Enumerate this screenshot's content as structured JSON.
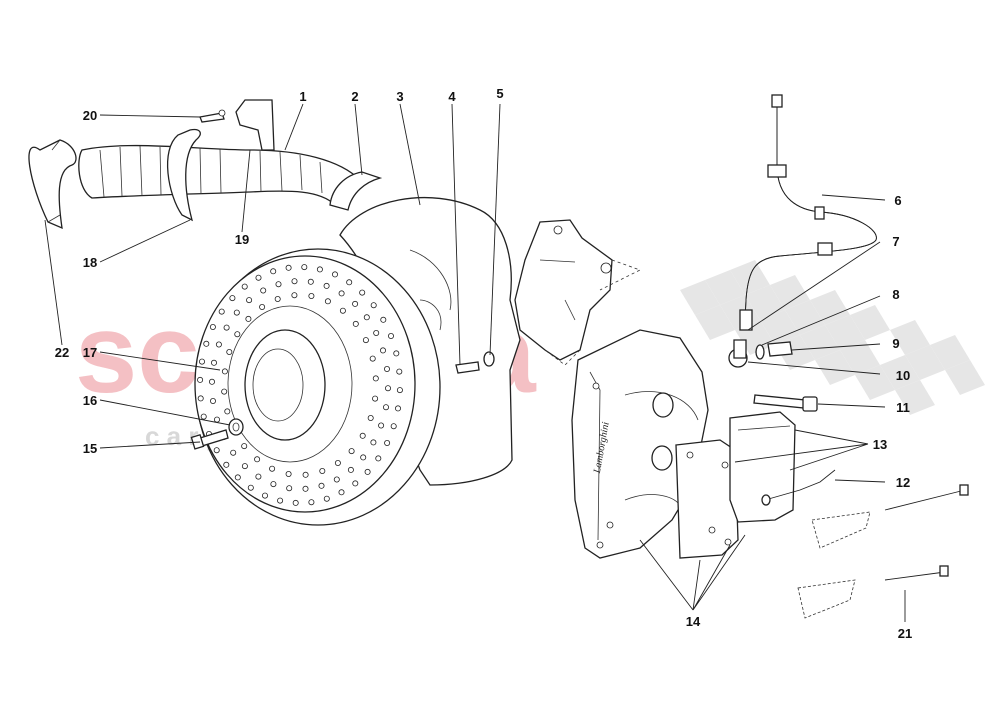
{
  "watermark": {
    "main": "scuderia",
    "sub": "c a r   p a r t s",
    "color": "#f2b3b8"
  },
  "callouts": [
    {
      "text": "1"
    },
    {
      "text": "2"
    },
    {
      "text": "3"
    },
    {
      "text": "4"
    },
    {
      "text": "5"
    },
    {
      "text": "6"
    },
    {
      "text": "7"
    },
    {
      "text": "8"
    },
    {
      "text": "9"
    },
    {
      "text": "10"
    },
    {
      "text": "11"
    },
    {
      "text": "12"
    },
    {
      "text": "13"
    },
    {
      "text": "14"
    },
    {
      "text": "15"
    },
    {
      "text": "16"
    },
    {
      "text": "17"
    },
    {
      "text": "18"
    },
    {
      "text": "19"
    },
    {
      "text": "20"
    },
    {
      "text": "21"
    },
    {
      "text": "22"
    }
  ],
  "caliper_logo": "Lamborghini"
}
